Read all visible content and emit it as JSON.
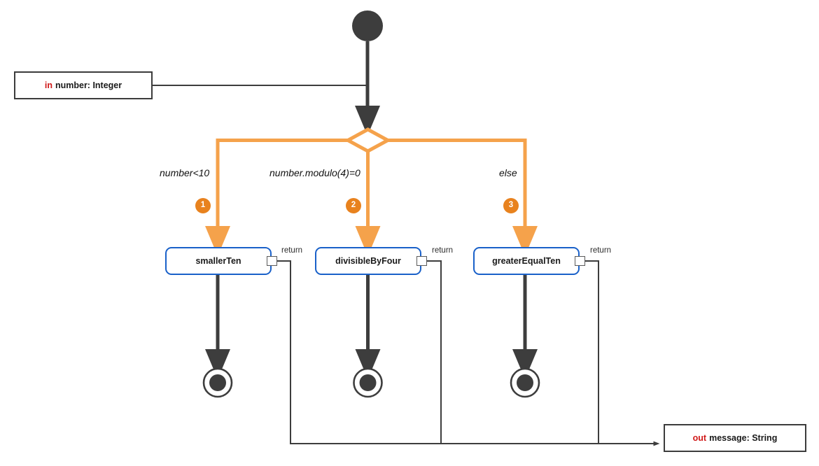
{
  "diagram": {
    "type": "uml-activity-diagram",
    "colors": {
      "control_flow": "#3d3d3d",
      "decision_flow": "#f5a24b",
      "badge": "#e8821e",
      "action_border": "#1a61c9",
      "param_border": "#3c3c3c",
      "direction_keyword": "#d01818"
    },
    "parameters": {
      "input": {
        "direction": "in",
        "text": "number: Integer"
      },
      "output": {
        "direction": "out",
        "text": "message: String"
      }
    },
    "nodes": {
      "initial": {
        "name": "initial-node"
      },
      "decision": {
        "name": "decision-node"
      },
      "actions": [
        {
          "label": "smallerTen",
          "pin_label": "return"
        },
        {
          "label": "divisibleByFour",
          "pin_label": "return"
        },
        {
          "label": "greaterEqualTen",
          "pin_label": "return"
        }
      ],
      "final": [
        {
          "name": "activity-final-1"
        },
        {
          "name": "activity-final-2"
        },
        {
          "name": "activity-final-3"
        }
      ]
    },
    "branches": [
      {
        "guard": "number<10",
        "badge": "1"
      },
      {
        "guard": "number.modulo(4)=0",
        "badge": "2"
      },
      {
        "guard": "else",
        "badge": "3"
      }
    ]
  }
}
